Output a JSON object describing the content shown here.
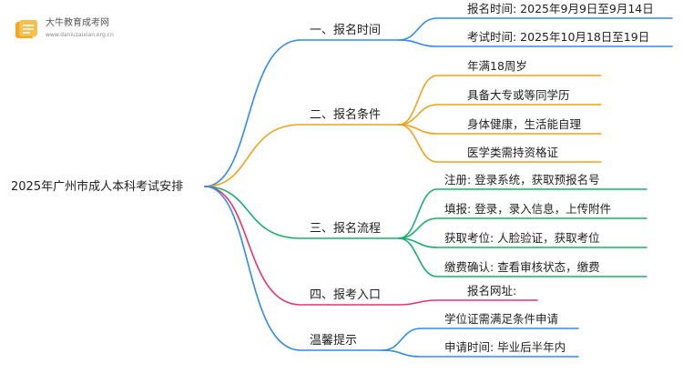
{
  "logo": {
    "name": "大牛教育成考网",
    "url": "www.daniuzaixian.org.cn"
  },
  "root": {
    "label": "2025年广州市成人本科考试安排"
  },
  "branches": [
    {
      "label": "一、报名时间",
      "color": "#2f8bf0",
      "children": [
        "报名时间: 2025年9月9日至9月14日",
        "考试时间: 2025年10月18日至19日"
      ]
    },
    {
      "label": "二、报名条件",
      "color": "#f0a21d",
      "children": [
        "年满18周岁",
        "具备大专或等同学历",
        "身体健康，生活能自理",
        "医学类需持资格证"
      ]
    },
    {
      "label": "三、报名流程",
      "color": "#16b26b",
      "children": [
        "注册: 登录系统，获取预报名号",
        "填报: 登录，录入信息，上传附件",
        "获取考位: 人脸验证，获取考位",
        "缴费确认: 查看审核状态，缴费"
      ]
    },
    {
      "label": "四、报考入口",
      "color": "#e6336e",
      "children": [
        "报名网址:"
      ]
    },
    {
      "label": "温馨提示",
      "color": "#2f8bf0",
      "children": [
        "学位证需满足条件申请",
        "申请时间: 毕业后半年内"
      ]
    }
  ]
}
